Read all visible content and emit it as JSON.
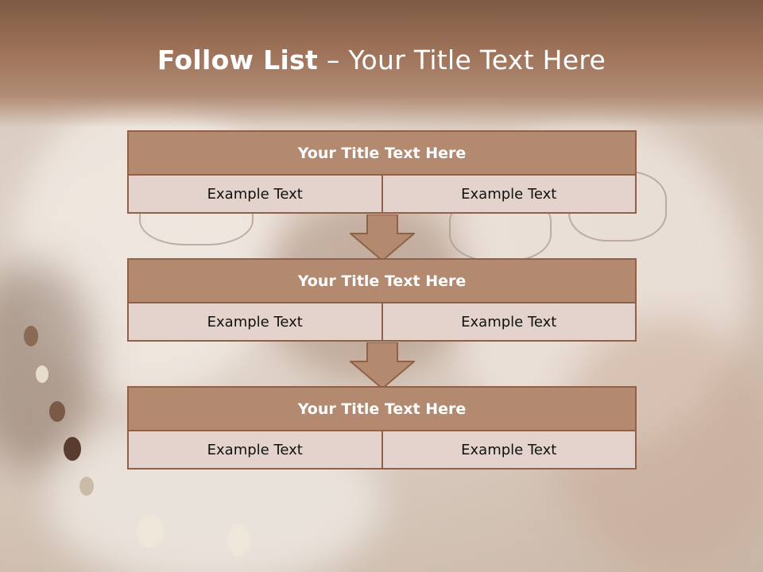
{
  "slide": {
    "title_bold": "Follow List",
    "title_rest": " – Your Title Text Here",
    "groups": [
      {
        "title": "Your Title Text Here",
        "left": "Example Text",
        "right": "Example Text"
      },
      {
        "title": "Your Title Text Here",
        "left": "Example Text",
        "right": "Example Text"
      },
      {
        "title": "Your Title Text Here",
        "left": "Example Text",
        "right": "Example Text"
      }
    ],
    "colors": {
      "header_fill": "#b38a70",
      "border": "#8e6148",
      "cell_fill": "#e3d3cc",
      "arrow_fill": "#b38a70"
    },
    "icons": [
      "down-arrow-icon",
      "down-arrow-icon"
    ]
  }
}
